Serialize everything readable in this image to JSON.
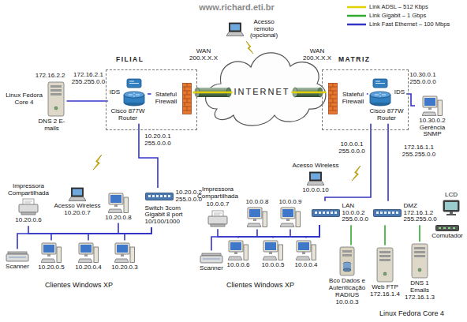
{
  "diagram": {
    "nodes": [
      {
        "text": [
          "Acesso remoto (opcional)"
        ]
      },
      {
        "text": [
          "INTERNET"
        ]
      },
      {
        "text": [
          "FILIAL"
        ]
      },
      {
        "text": [
          "IDS",
          "Cisco 877W Router"
        ],
        "in": 2
      },
      {
        "text": [
          "Stateful Firewall"
        ],
        "in": 2
      },
      {
        "text": [
          "MATRIZ"
        ]
      },
      {
        "text": [
          "Stateful Firewall"
        ],
        "in": 5
      },
      {
        "text": [
          "IDS",
          "Cisco 877W Router"
        ],
        "in": 5
      },
      {
        "text": [
          "172.16.2.2",
          "Linux Fedora Core 4",
          "DNS 2 E-mails"
        ]
      },
      {
        "text": [
          "10.30.0.2 Gerência SNMP"
        ]
      },
      {
        "text": [
          "10.20.0.2 255.0.0.0",
          "Switch 3com Gigabit 8 port 10/100/1000"
        ]
      },
      {
        "text": [
          "Impressora Compartilhada",
          "10.20.0.6"
        ]
      },
      {
        "text": [
          "Acesso Wireless 10.20.0.7"
        ]
      },
      {
        "text": [
          "10.20.0.8"
        ]
      },
      {
        "text": [
          "Scanner"
        ]
      },
      {
        "text": [
          "10.20.0.5"
        ]
      },
      {
        "text": [
          "10.20.0.4"
        ]
      },
      {
        "text": [
          "10.20.0.3"
        ]
      },
      {
        "text": [
          "Acesso Wireless",
          "10.0.0.10"
        ]
      },
      {
        "text": [
          "Impressora Compartilhada",
          "10.0.0.7"
        ]
      },
      {
        "text": [
          "10.0.0.8"
        ]
      },
      {
        "text": [
          "10.0.0.9"
        ]
      },
      {
        "text": [
          "LAN 10.0.0.2 255.0.0.0"
        ]
      },
      {
        "text": [
          "DMZ 172.16.1.2 255.255.0.0"
        ]
      },
      {
        "text": [
          "LCD"
        ]
      },
      {
        "text": [
          "Comutador"
        ]
      },
      {
        "text": [
          "Scanner"
        ]
      },
      {
        "text": [
          "10.0.0.6"
        ]
      },
      {
        "text": [
          "10.0.0.5"
        ]
      },
      {
        "text": [
          "10.0.0.4"
        ]
      },
      {
        "text": [
          "Bco Dados e Autenticação RADIUS 10.0.0.3"
        ]
      },
      {
        "text": [
          "Web FTP 172.16.1.4"
        ]
      },
      {
        "text": [
          "DNS 1 Emails 172.16.1.3"
        ]
      }
    ],
    "edges": [
      {
        "from": 3,
        "to": 4,
        "arrow": "none"
      },
      {
        "from": 4,
        "to": 1,
        "arrow": "none"
      },
      {
        "from": 6,
        "to": 1,
        "arrow": "none"
      },
      {
        "from": 7,
        "to": 6,
        "arrow": "none"
      },
      {
        "from": 8,
        "to": 3,
        "arrow": "none"
      },
      {
        "from": 7,
        "to": 9,
        "arrow": "none"
      },
      {
        "from": 3,
        "to": 10,
        "arrow": "none"
      },
      {
        "from": 10,
        "to": 11,
        "arrow": "none"
      },
      {
        "from": 10,
        "to": 13,
        "arrow": "none"
      },
      {
        "from": 10,
        "to": 14,
        "arrow": "none"
      },
      {
        "from": 10,
        "to": 15,
        "arrow": "none"
      },
      {
        "from": 10,
        "to": 16,
        "arrow": "none"
      },
      {
        "from": 10,
        "to": 17,
        "arrow": "none"
      },
      {
        "from": 7,
        "to": 22,
        "arrow": "none"
      },
      {
        "from": 7,
        "to": 23,
        "arrow": "none"
      },
      {
        "from": 22,
        "to": 19,
        "arrow": "none"
      },
      {
        "from": 22,
        "to": 20,
        "arrow": "none"
      },
      {
        "from": 22,
        "to": 21,
        "arrow": "none"
      },
      {
        "from": 22,
        "to": 26,
        "arrow": "none"
      },
      {
        "from": 22,
        "to": 27,
        "arrow": "none"
      },
      {
        "from": 22,
        "to": 28,
        "arrow": "none"
      },
      {
        "from": 22,
        "to": 29,
        "arrow": "none"
      },
      {
        "from": 22,
        "to": 30,
        "arrow": "none"
      },
      {
        "from": 23,
        "to": 31,
        "arrow": "none"
      },
      {
        "from": 23,
        "to": 32,
        "arrow": "none"
      }
    ],
    "labels": [
      "www.richard.eti.br",
      "WAN 200.X.X.X",
      "WAN 200.X.X.X",
      "172.16.2.1 255.255.0.0",
      "10.30.0.1 255.0.0.0",
      "10.20.0.1 255.0.0.0",
      "10.0.0.1 255.0.0.0",
      "172.16.1.1 255.255.0.0",
      "Clientes Windows XP",
      "Clientes Windows XP",
      "Linux Fedora Core 4"
    ],
    "legend": [
      {
        "text": "Link ADSL – 512 Kbps",
        "color": "#e0d000"
      },
      {
        "text": "Link Gigabit – 1 Gbps",
        "color": "#2faa2f"
      },
      {
        "text": "Link Fast Ethernet – 100 Mbps",
        "color": "#3434c8"
      }
    ]
  }
}
